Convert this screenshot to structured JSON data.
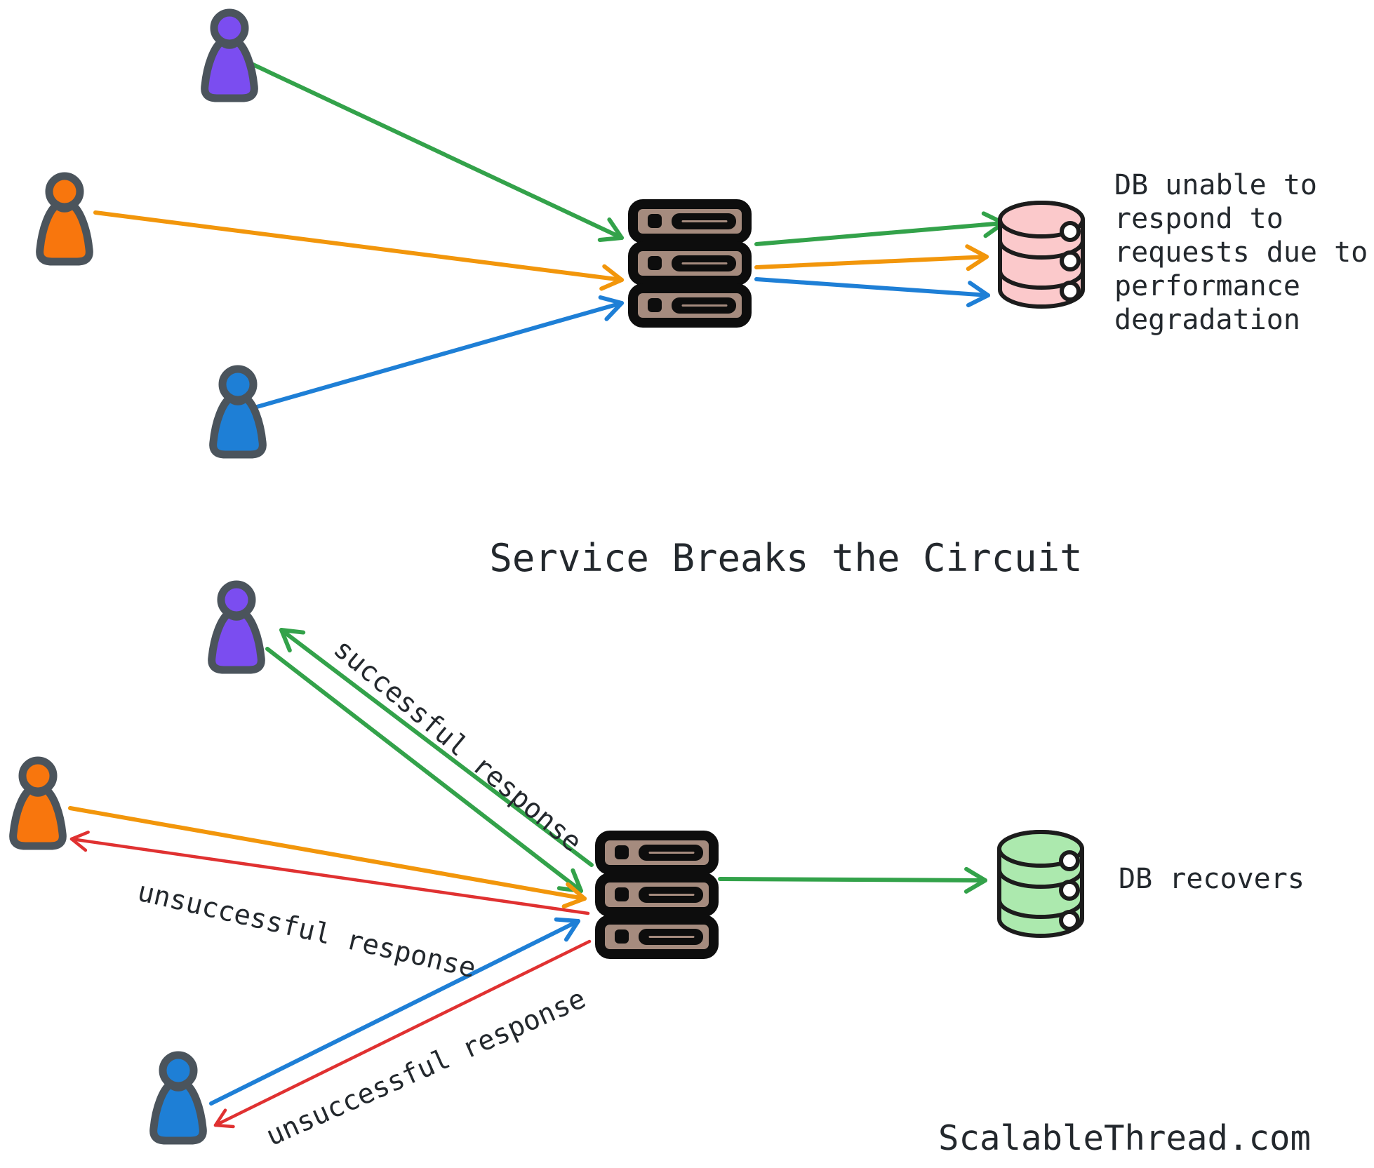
{
  "title": "Service Breaks the Circuit",
  "footer": "ScalableThread.com",
  "colors": {
    "purple": "#7b4df0",
    "orange_user": "#f8760d",
    "blue": "#1e7fd6",
    "user_outline": "#4b545c",
    "green": "#33a24a",
    "orange_arrow": "#f2960b",
    "red": "#e03131",
    "server_body": "#a58b7e",
    "server_ink": "#0d0d0d",
    "db_pink": "#fbc9cb",
    "db_green": "#ace9ae",
    "db_ink": "#1c1c1c",
    "text": "#23282d"
  },
  "top_flow": {
    "users": [
      "purple-user",
      "orange-user",
      "blue-user"
    ],
    "server": "service-server",
    "db_status": "DB unable to\nrespond to\nrequests due to\nperformance\ndegradation"
  },
  "bottom_flow": {
    "users": [
      "purple-user",
      "orange-user",
      "blue-user"
    ],
    "server": "service-server",
    "label_successful": "successful response",
    "label_unsuccessful_orange": "unsuccessful response",
    "label_unsuccessful_blue": "unsuccessful response",
    "db_status": "DB recovers"
  }
}
